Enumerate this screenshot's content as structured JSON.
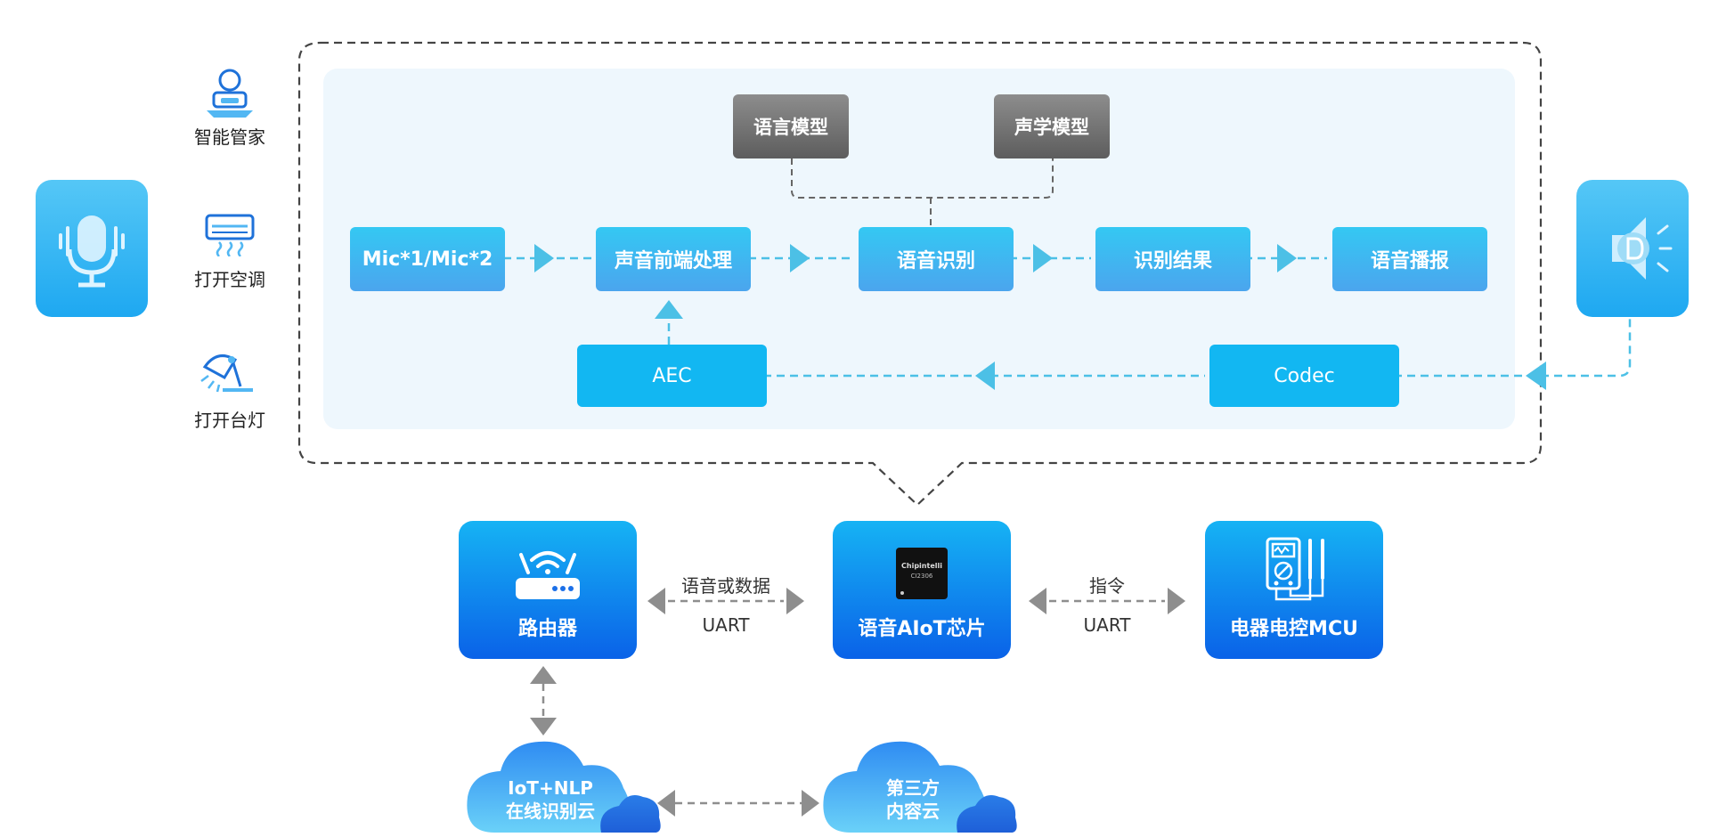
{
  "side_icons": {
    "butler": "智能管家",
    "ac": "打开空调",
    "lamp": "打开台灯",
    "mic_icon": "microphone-icon",
    "speaker_icon": "speaker-icon"
  },
  "flow": {
    "mic": "Mic*1/Mic*2",
    "frontend": "声音前端处理",
    "recognition": "语音识别",
    "result": "识别结果",
    "broadcast": "语音播报",
    "aec": "AEC",
    "codec": "Codec",
    "language_model": "语言模型",
    "acoustic_model": "声学模型"
  },
  "bottom": {
    "router": "路由器",
    "chip": "语音AIoT芯片",
    "chip_brand": "Chipintelli",
    "chip_model": "CI2306",
    "mcu": "电器电控MCU",
    "link1_top": "语音或数据",
    "link1_bottom": "UART",
    "link2_top": "指令",
    "link2_bottom": "UART",
    "cloud1_line1": "IoT+NLP",
    "cloud1_line2": "在线识别云",
    "cloud2_line1": "第三方",
    "cloud2_line2": "内容云"
  },
  "colors": {
    "flow_gradient_top": "#34c8f3",
    "flow_gradient_bottom": "#4ba5ee",
    "cyan": "#12b7f2",
    "dashed_line": "#4cc0e6",
    "panel_bg": "#eef7fd",
    "bottom_box_top": "#16b3f4",
    "bottom_box_bottom": "#0a62e8",
    "gray_arrow": "#8e8e8e"
  }
}
